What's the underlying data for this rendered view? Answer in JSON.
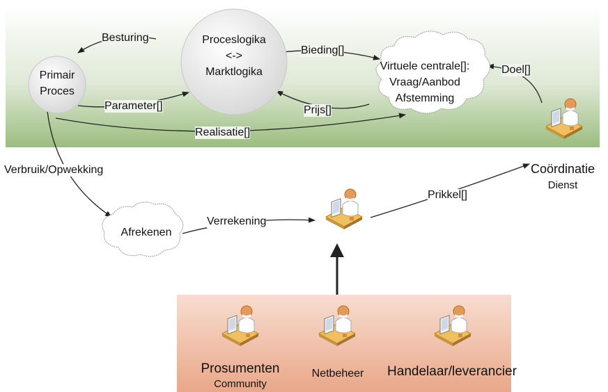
{
  "nodes": {
    "primair": {
      "line1": "Primair",
      "line2": "Proces"
    },
    "logika": {
      "line1": "Proceslogika",
      "line2": "<->",
      "line3": "Marktlogika"
    },
    "virtueel": {
      "line1": "Virtuele centrale[]:",
      "line2": "Vraag/Aanbod",
      "line3": "Afstemming"
    },
    "afrekenen": {
      "label": "Afrekenen"
    },
    "coordinatie": {
      "line1": "Coördinatie",
      "line2": "Dienst"
    }
  },
  "edges": {
    "besturing": "Besturing",
    "parameter": "Parameter[]",
    "bieding": "Bieding[]",
    "prijs": "Prijs[]",
    "realisatie": "Realisatie[]",
    "doel": "Doel[]",
    "verbruik": "Verbruik/Opwekking",
    "verrekening": "Verrekening",
    "prikkel": "Prikkel[]"
  },
  "actors": {
    "prosumenten": {
      "line1": "Prosumenten",
      "line2": "Community"
    },
    "netbeheer": "Netbeheer",
    "handelaar": "Handelaar/leverancier"
  },
  "icons": [
    "person-at-desk-icon"
  ],
  "colors": {
    "top_panel_top": "#ffffff",
    "top_panel_bottom": "#9bbd7f",
    "bottom_panel_top": "#f8ddd0",
    "bottom_panel_bottom": "#e9a789",
    "accent_person": "#d9833e"
  }
}
